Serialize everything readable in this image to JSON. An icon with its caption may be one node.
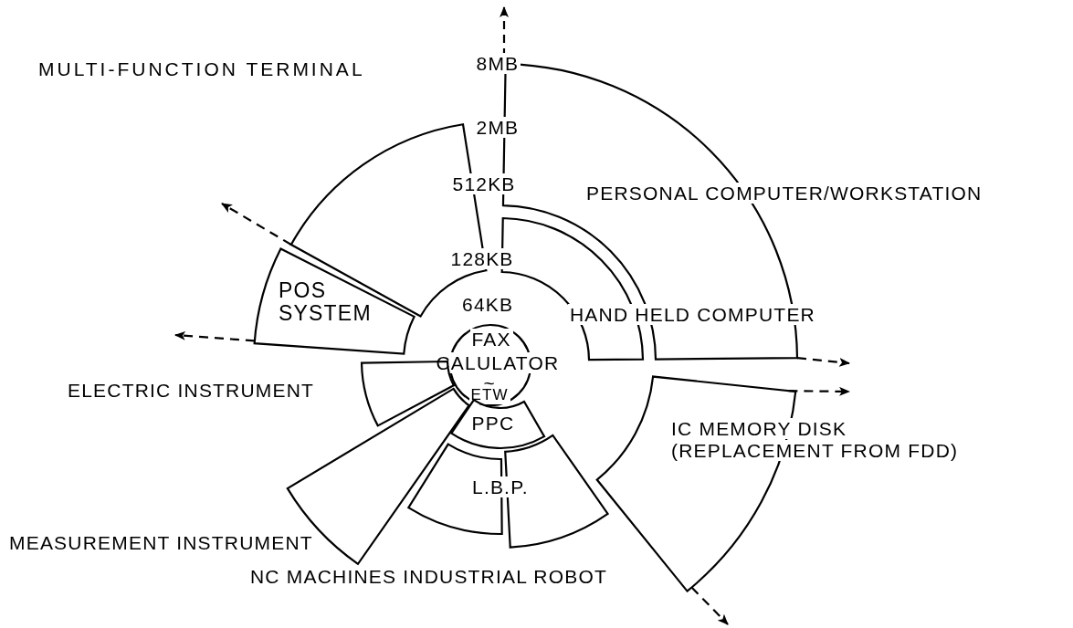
{
  "diagram": {
    "nodes": [
      {
        "text": [],
        "shape": "sector"
      },
      {
        "text": [
          "PERSONAL COMPUTER/WORKSTATION"
        ]
      },
      {
        "text": [
          "POS SYSTEM"
        ]
      },
      {
        "text": [
          "HAND HELD COMPUTER"
        ]
      },
      {
        "text": [
          "FAX",
          "CALULATOR",
          "~",
          "ETW"
        ]
      },
      {
        "text": [],
        "shape": "sector"
      },
      {
        "text": [
          "IC MEMORY DISK",
          "(REPLACEMENT FROM FDD)"
        ]
      },
      {
        "text": [
          "PPC"
        ]
      },
      {
        "text": [
          "MEASUREMENT INSTRUMENT"
        ]
      },
      {
        "text": [
          "L.B.P."
        ]
      }
    ],
    "edges": [
      {
        "from": 0,
        "to": null,
        "arrow": "to",
        "style": "dashed"
      },
      {
        "from": 2,
        "to": null,
        "arrow": "to",
        "style": "dashed"
      },
      {
        "from": 1,
        "to": null,
        "arrow": "to",
        "style": "dashed"
      },
      {
        "from": 6,
        "to": null,
        "arrow": "to",
        "style": "dashed"
      },
      {
        "from": 6,
        "to": null,
        "arrow": "to",
        "style": "dashed"
      }
    ],
    "labels": [
      "MULTI-FUNCTION TERMINAL",
      "ELECTRIC INSTRUMENT",
      "8MB",
      "2MB",
      "512KB",
      "128KB",
      "64KB",
      "NC MACHINES INDUSTRIAL ROBOT"
    ]
  }
}
